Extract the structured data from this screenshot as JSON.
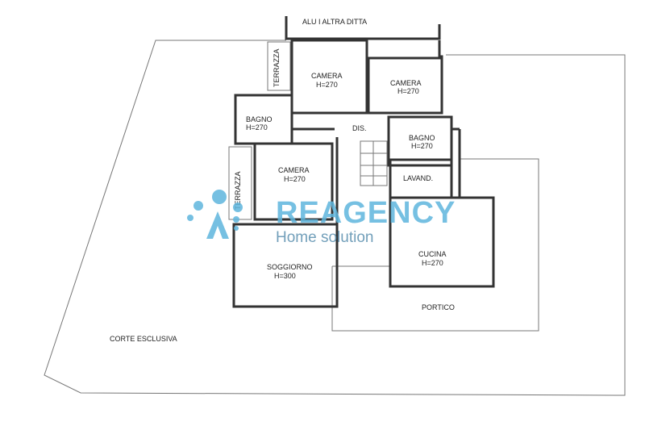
{
  "labels": {
    "neighbor": "ALU I ALTRA DITTA",
    "terrazza_top": "TERRAZZA",
    "camera1": "CAMERA",
    "camera1_h": "H=270",
    "camera2": "CAMERA",
    "camera2_h": "H=270",
    "bagno1": "BAGNO",
    "bagno1_h": "H=270",
    "dis": "DIS.",
    "bagno2": "BAGNO",
    "bagno2_h": "H=270",
    "terrazza_mid": "TERRAZZA",
    "camera3": "CAMERA",
    "camera3_h": "H=270",
    "lavand": "LAVAND.",
    "cucina": "CUCINA",
    "cucina_h": "H=270",
    "soggiorno": "SOGGIORNO",
    "soggiorno_h": "H=300",
    "portico": "PORTICO",
    "corte": "CORTE ESCLUSIVA"
  },
  "logo": {
    "brand": "REAGENCY",
    "tagline": "Home solution"
  },
  "colors": {
    "logo": "#5fb6dd",
    "walls": "#333333"
  }
}
